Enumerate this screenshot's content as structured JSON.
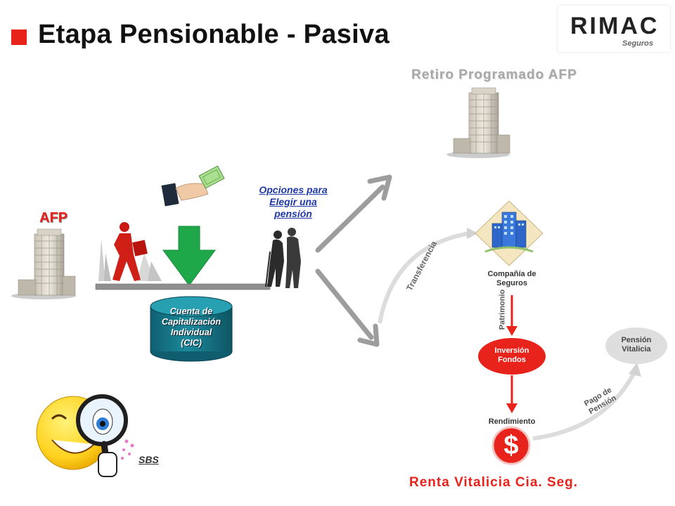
{
  "title": "Etapa Pensionable - Pasiva",
  "logo": {
    "word": "RIMAC",
    "sub": "Seguros"
  },
  "retiro_label": "Retiro Programado AFP",
  "afp_label": "AFP",
  "opciones_label": [
    "Opciones para",
    "Elegir una",
    "pensión"
  ],
  "cic_label": [
    "Cuenta de",
    "Capitalización",
    "Individual",
    "(CIC)"
  ],
  "transferencia": "Transferencia",
  "compania": [
    "Compañía de",
    "Seguros"
  ],
  "patrimonio": "Patrimonio",
  "inversion": [
    "Inversión",
    "Fondos"
  ],
  "pension_vitalicia": [
    "Pensión",
    "Vitalicia"
  ],
  "rendimiento": "Rendimiento",
  "pago_pension": [
    "Pago de",
    "Pensión"
  ],
  "dollar": "$",
  "sbs_label": "SBS",
  "renta_label": "Renta Vitalicia Cia. Seg.",
  "colors": {
    "accent_red": "#e8231b",
    "cylinder": "#17788a",
    "arrow_green": "#1fa84a",
    "arrow_grey": "#9d9d9d",
    "label_blue": "#1f3aa8"
  }
}
